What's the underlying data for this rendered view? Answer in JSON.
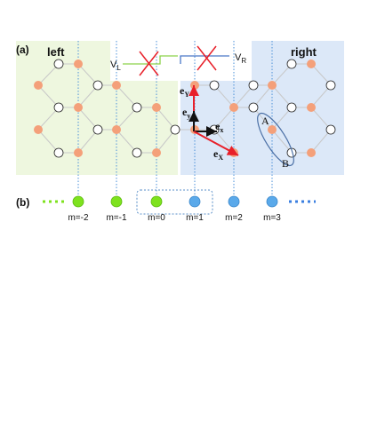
{
  "panel_a_label": "(a)",
  "panel_b_label": "(b)",
  "region_left_label": "left",
  "region_right_label": "right",
  "lead_left_label": "V",
  "lead_left_subscript": "L",
  "lead_right_label": "V",
  "lead_right_subscript": "R",
  "vector_eY_label": "e",
  "vector_eY_sub": "Y",
  "vector_ey_label": "e",
  "vector_ey_sub": "y",
  "vector_ex_label": "e",
  "vector_ex_sub": "x",
  "vector_eX_label": "e",
  "vector_eX_sub": "X",
  "site_A_label": "A",
  "site_B_label": "B",
  "chain_sites": [
    {
      "label": "m=-2",
      "region": "left"
    },
    {
      "label": "m=-1",
      "region": "left"
    },
    {
      "label": "m=0",
      "region": "left"
    },
    {
      "label": "m=1",
      "region": "right"
    },
    {
      "label": "m=2",
      "region": "right"
    },
    {
      "label": "m=3",
      "region": "right"
    }
  ],
  "colors": {
    "left_region": "#eef7df",
    "right_region": "#dce8f8",
    "site_filled": "#f4a07a",
    "site_open": "#ffffff",
    "chain_left": "#7ee21e",
    "chain_right": "#5aa9ea",
    "guide_line": "#4a90d9",
    "vector_red": "#e8202a",
    "vector_black": "#111111",
    "cross": "#e8202a",
    "lead_green": "#8cd24a",
    "lead_blue": "#4a78c8",
    "bond": "#c8c8c8"
  }
}
